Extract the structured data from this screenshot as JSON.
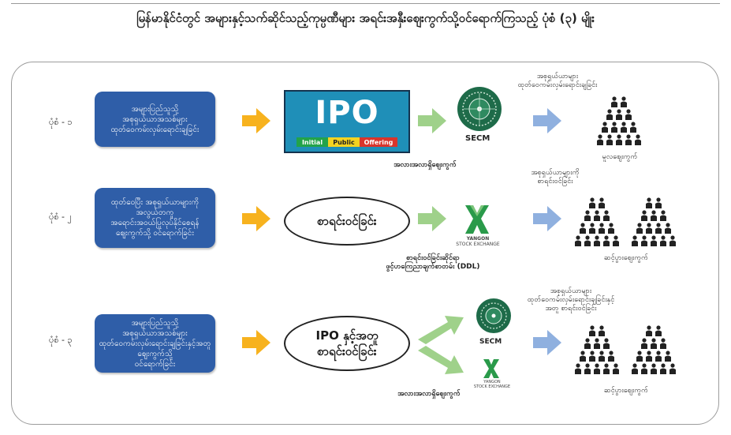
{
  "title": "မြန်မာနိုင်ငံတွင် အများနှင့်သက်ဆိုင်သည့်ကုမ္ပဏီများ အရင်းအနှီးဈေးကွက်သို့ဝင်ရောက်ကြသည့် ပုံစံ (၃) မျိုး",
  "rows": [
    {
      "label": "ပုံစံ - ၁",
      "box": "အများပြည်သူသို့\nအစုရှယ်ယာအသစ်များ\nထုတ်ဝေကမ်းလှမ်းရောင်းချခြင်း",
      "center_title": "IPO",
      "center_sub": [
        "Initial",
        "Public",
        "Offering"
      ],
      "exchange": "SECM",
      "caption_below": "အလားအလာရှိစျေးကွက်",
      "caption_above": "အစုရှယ်ယာများ\nထုတ်ဝေကမ်းလှမ်းရောင်းချခြင်း",
      "market": "မူလဈေးကွက်"
    },
    {
      "label": "ပုံစံ - ၂",
      "box": "ထုတ်ဝေပြီး အစုရှယ်ယာများကို\nအလွယ်တကူ\nအရောင်းအဝယ်ပြုလုပ်နိုင်စေရန်\nဈေးကွက်သို့ ဝင်ရောက်ခြင်း",
      "oval": "စာရင်းဝင်ခြင်း",
      "exchange_name": "YANGON",
      "exchange_sub": "STOCK EXCHANGE",
      "caption_below": "စာရင်းဝင်ခြင်းဆိုင်ရာ\nဖွင့်ဟကြေညာချက်စာတမ်း (DDL)",
      "caption_above": "အစုရှယ်ယာများကို\nစာရင်းဝင်ခြင်း",
      "market": "ဆင့်ပွားဈေးကွက်"
    },
    {
      "label": "ပုံစံ - ၃",
      "box": "အများပြည်သူသို့\nအစုရှယ်ယာအသစ်များ\nထုတ်ဝေကမ်းလှမ်းရောင်းချခြင်းနှင့်အတူ ဈေးကွက်သို့\nဝင်ရောက်ခြင်း",
      "oval": "IPO နှင့်အတူ\nစာရင်းဝင်ခြင်း",
      "exchange": "SECM",
      "exchange_name": "YANGON",
      "exchange_sub": "STOCK EXCHANGE",
      "caption_below": "အလားအလာရှိစျေးကွက်",
      "caption_above": "အစုရှယ်ယာများ\nထုတ်ဝေကမ်းလှမ်းရောင်းချခြင်းနှင့်\nအတူ စာရင်းဝင်ခြင်း",
      "market": "ဆင့်ပွားဈေးကွက်"
    }
  ],
  "colors": {
    "box_blue": "#2f5ea8",
    "arrow_orange": "#f7b21e",
    "arrow_green": "#9fd18a",
    "arrow_lightblue": "#8fb0df",
    "ipo_bg": "#1f8fb8",
    "secm_green": "#1e6b49",
    "ysx_green": "#2a9a4a"
  }
}
